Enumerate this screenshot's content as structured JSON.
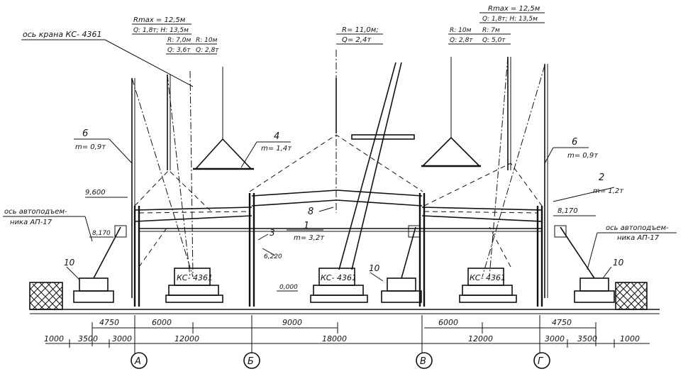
{
  "labels": {
    "crane_axis": "ось крана КС- 4361",
    "left_rmax": "Rmax = 12,5м",
    "left_qh": "Q: 1,8т; H: 13,5м",
    "left_r1": "R: 7,0м",
    "left_q1": "Q: 3,6т",
    "left_r2": "R: 10м",
    "left_q2": "Q: 2,8т",
    "center_r": "R= 11,0м;",
    "center_q": "Q= 2,4т",
    "right_rmax": "Rmax = 12,5м",
    "right_qh": "Q: 1,8т; H: 13,5м",
    "right_r1": "R: 10м",
    "right_q1": "Q: 2,8т",
    "right_r2": "R: 7м",
    "right_q2": "Q: 5,0т",
    "callout_6_left": "6",
    "mass_6_left": "m= 0,9т",
    "callout_4": "4",
    "mass_4": "m= 1,4т",
    "callout_6_right": "6",
    "mass_6_right": "m= 0,9т",
    "callout_2": "2",
    "mass_2": "m= 1,2т",
    "elev_left": "9,600",
    "elev_right": "8,170",
    "lift_axis_left_1": "ось автоподъем-",
    "lift_axis_left_2": "ника АП-17",
    "lift_axis_right_1": "ось автоподъем-",
    "lift_axis_right_2": "ника АП-17",
    "elev_8170_left": "8,170",
    "callout_8": "8",
    "callout_3": "3",
    "elev_6220": "6,220",
    "callout_1": "1",
    "mass_1": "m= 3,2т",
    "zero_elev": "0,000",
    "callout_10_left": "10",
    "callout_10_mid": "10",
    "callout_10_right": "10",
    "crane_left": "КС- 4361",
    "crane_mid": "КС- 4361",
    "crane_right": "КС- 4361"
  },
  "dims": {
    "d4750_left": "4750",
    "d6000_left": "6000",
    "d9000": "9000",
    "d6000_right": "6000",
    "d4750_right": "4750",
    "d1000_left": "1000",
    "d3500_left": "3500",
    "d3000": "3000",
    "d12000_left": "12000",
    "d18000": "18000",
    "d12000_right": "12000",
    "d3000_right": "3000",
    "d3500_right": "3500",
    "d1000_right": "1000"
  },
  "axes": [
    "А",
    "Б",
    "В",
    "Г"
  ]
}
